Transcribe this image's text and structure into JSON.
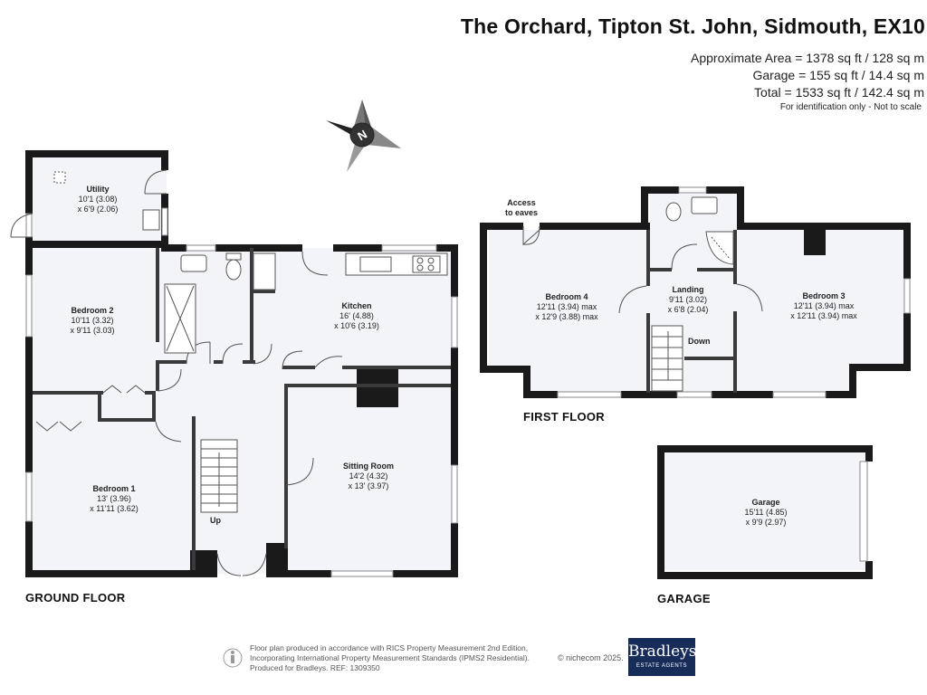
{
  "header": {
    "title": "The Orchard, Tipton St. John, Sidmouth, EX10",
    "approx_area": "Approximate Area = 1378 sq ft / 128 sq m",
    "garage_area": "Garage = 155 sq ft / 14.4 sq m",
    "total_area": "Total = 1533 sq ft / 142.4 sq m",
    "identification_note": "For identification only - Not to scale"
  },
  "compass": {
    "label": "N"
  },
  "ground_floor": {
    "label": "GROUND FLOOR",
    "rooms": {
      "utility": {
        "name": "Utility",
        "dim1": "10'1 (3.08)",
        "dim2": "x 6'9 (2.06)"
      },
      "bedroom2": {
        "name": "Bedroom 2",
        "dim1": "10'11 (3.32)",
        "dim2": "x 9'11 (3.03)"
      },
      "kitchen": {
        "name": "Kitchen",
        "dim1": "16' (4.88)",
        "dim2": "x 10'6 (3.19)"
      },
      "sitting": {
        "name": "Sitting Room",
        "dim1": "14'2 (4.32)",
        "dim2": "x 13' (3.97)"
      },
      "bedroom1": {
        "name": "Bedroom 1",
        "dim1": "13' (3.96)",
        "dim2": "x 11'11 (3.62)"
      }
    },
    "stairs_label": "Up"
  },
  "first_floor": {
    "label": "FIRST FLOOR",
    "access_label": "Access\nto eaves",
    "rooms": {
      "bedroom4": {
        "name": "Bedroom 4",
        "dim1": "12'11 (3.94) max",
        "dim2": "x 12'9 (3.88) max"
      },
      "landing": {
        "name": "Landing",
        "dim1": "9'11 (3.02)",
        "dim2": "x 6'8 (2.04)"
      },
      "bedroom3": {
        "name": "Bedroom 3",
        "dim1": "12'11 (3.94) max",
        "dim2": "x 12'11 (3.94) max"
      }
    },
    "stairs_label": "Down"
  },
  "garage": {
    "label": "GARAGE",
    "name": "Garage",
    "dim1": "15'11 (4.85)",
    "dim2": "x 9'9 (2.97)"
  },
  "footer": {
    "line1": "Floor plan produced in accordance with RICS Property Measurement 2nd Edition,",
    "line2": "Incorporating International Property Measurement Standards (IPMS2 Residential).",
    "line3": "Produced for Bradleys.    REF:  1309350",
    "copyright": "© nichecom 2025.",
    "brand_name": "Bradleys",
    "brand_sub": "ESTATE AGENTS"
  },
  "colors": {
    "wall": "#1a1a1a",
    "floor": "#f2f4f7",
    "brand": "#182c5a"
  }
}
